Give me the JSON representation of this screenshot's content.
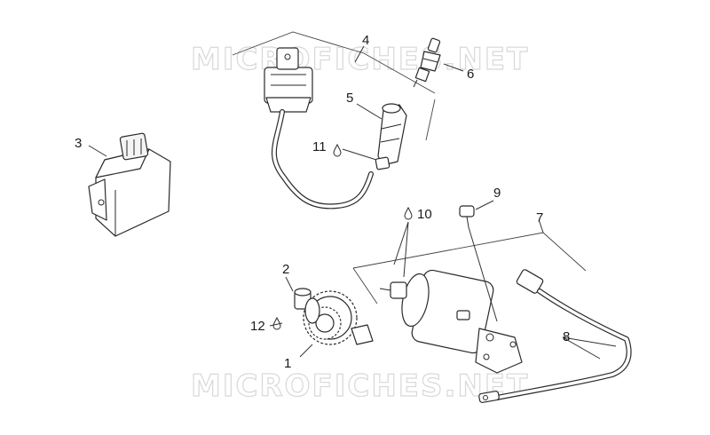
{
  "watermark": {
    "top": "MICROFICHES.NET",
    "bottom": "MICROFICHES.NET"
  },
  "callouts": [
    {
      "id": "c1",
      "label": "1"
    },
    {
      "id": "c2",
      "label": "2"
    },
    {
      "id": "c3",
      "label": "3"
    },
    {
      "id": "c4",
      "label": "4"
    },
    {
      "id": "c5",
      "label": "5"
    },
    {
      "id": "c6",
      "label": "6"
    },
    {
      "id": "c7",
      "label": "7"
    },
    {
      "id": "c8",
      "label": "8"
    },
    {
      "id": "c9",
      "label": "9"
    },
    {
      "id": "c10",
      "label": "10"
    },
    {
      "id": "c11",
      "label": "11"
    },
    {
      "id": "c12",
      "label": "12"
    }
  ],
  "icons": {
    "lubricant": "oil-drop-icon"
  },
  "colors": {
    "line": "#2a2a2a",
    "watermark": "#d8d8d8",
    "background": "#ffffff"
  }
}
